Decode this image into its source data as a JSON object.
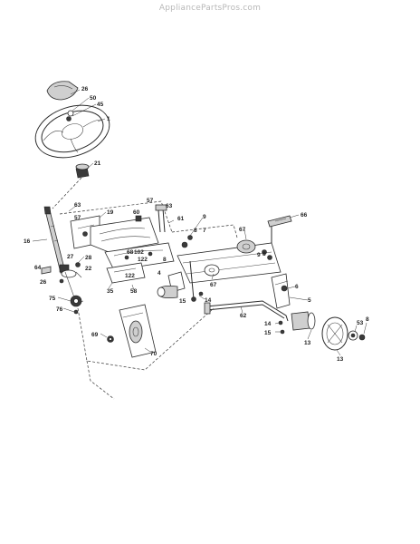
{
  "header": {
    "watermark": "AppliancePartsPros.com"
  },
  "callouts": [
    {
      "id": "c26",
      "label": "26"
    },
    {
      "id": "c50",
      "label": "50"
    },
    {
      "id": "c45",
      "label": "45"
    },
    {
      "id": "c1",
      "label": "1"
    },
    {
      "id": "c21",
      "label": "21"
    },
    {
      "id": "c63a",
      "label": "63"
    },
    {
      "id": "c57a",
      "label": "57"
    },
    {
      "id": "c16",
      "label": "16"
    },
    {
      "id": "c19",
      "label": "19"
    },
    {
      "id": "c60",
      "label": "60"
    },
    {
      "id": "c57b",
      "label": "57"
    },
    {
      "id": "c63b",
      "label": "63"
    },
    {
      "id": "c61",
      "label": "61"
    },
    {
      "id": "c9a",
      "label": "9"
    },
    {
      "id": "c8a",
      "label": "8"
    },
    {
      "id": "c7",
      "label": "7"
    },
    {
      "id": "c66",
      "label": "66"
    },
    {
      "id": "c67a",
      "label": "67"
    },
    {
      "id": "c9b",
      "label": "9"
    },
    {
      "id": "c8b",
      "label": "8"
    },
    {
      "id": "c8c",
      "label": "8"
    },
    {
      "id": "c68",
      "label": "68"
    },
    {
      "id": "c122a",
      "label": "122"
    },
    {
      "id": "c102",
      "label": "102"
    },
    {
      "id": "c122b",
      "label": "122"
    },
    {
      "id": "c27",
      "label": "27"
    },
    {
      "id": "c28",
      "label": "28"
    },
    {
      "id": "c64",
      "label": "64"
    },
    {
      "id": "c22",
      "label": "22"
    },
    {
      "id": "c26b",
      "label": "26"
    },
    {
      "id": "c4",
      "label": "4"
    },
    {
      "id": "c35",
      "label": "35"
    },
    {
      "id": "c58",
      "label": "58"
    },
    {
      "id": "c67b",
      "label": "67"
    },
    {
      "id": "c6",
      "label": "6"
    },
    {
      "id": "c15a",
      "label": "15"
    },
    {
      "id": "c14a",
      "label": "14"
    },
    {
      "id": "c5",
      "label": "5"
    },
    {
      "id": "c75",
      "label": "75"
    },
    {
      "id": "c76",
      "label": "76"
    },
    {
      "id": "c62",
      "label": "62"
    },
    {
      "id": "c14b",
      "label": "14"
    },
    {
      "id": "c15b",
      "label": "15"
    },
    {
      "id": "c69",
      "label": "69"
    },
    {
      "id": "c53",
      "label": "53"
    },
    {
      "id": "c8d",
      "label": "8"
    },
    {
      "id": "c13a",
      "label": "13"
    },
    {
      "id": "c13b",
      "label": "13"
    },
    {
      "id": "c70",
      "label": "70"
    }
  ]
}
